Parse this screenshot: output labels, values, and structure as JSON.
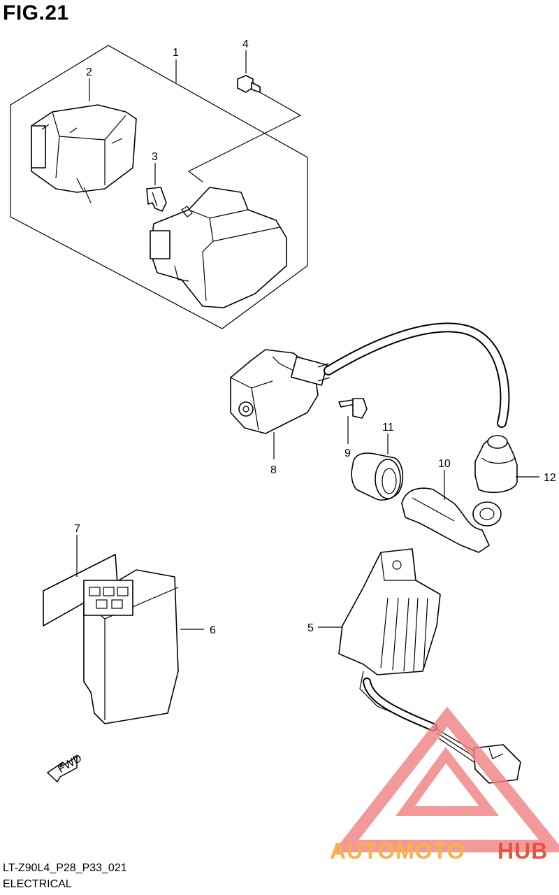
{
  "figure": {
    "title": "FIG.21"
  },
  "footer": {
    "code": "LT-Z90L4_P28_P33_021",
    "section": "ELECTRICAL"
  },
  "callouts": [
    "1",
    "2",
    "3",
    "4",
    "5",
    "6",
    "7",
    "8",
    "9",
    "10",
    "11",
    "12"
  ],
  "fwd_label": "FWD",
  "watermark": {
    "part1": "AUTOMOTO",
    "part2": "HUB",
    "color1": "#f5b347",
    "color2": "#e8533f",
    "triangle_color": "#f08080"
  }
}
